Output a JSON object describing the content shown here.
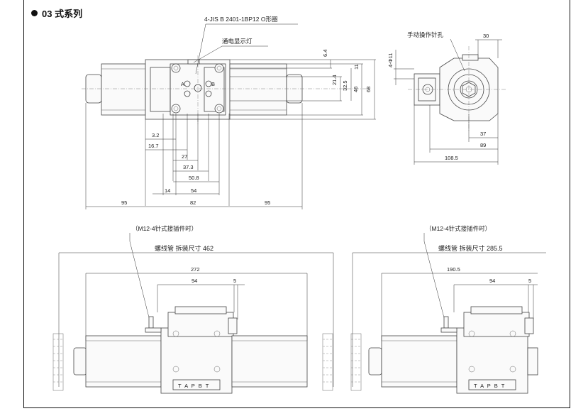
{
  "section": {
    "title": "03 式系列"
  },
  "labels": {
    "oring": "4-JIS B 2401-1BP12 O形圈",
    "indicator": "通电显示灯",
    "manual_hole": "手动操作针孔",
    "connector_left": "（M12-4针式接插件时）",
    "connector_right": "（M12-4针式接插件时）",
    "coil_remove_left": "螺线管  拆装尺寸  462",
    "coil_remove_right": "螺线管  拆装尺寸  285.5",
    "ports_left": "T A P B T",
    "ports_right": "T A P B T",
    "port_a": "A",
    "port_b": "B",
    "side_pin_diameter": "4-Φ11"
  },
  "dimensions": {
    "top_h": {
      "d32": "3.2",
      "d167": "16.7",
      "d27": "27",
      "d373": "37.3",
      "d508": "50.8",
      "d54": "54",
      "d14": "14",
      "d95a": "95",
      "d82": "82",
      "d95b": "95"
    },
    "top_v": {
      "d64": "6.4",
      "d214": "21.4",
      "d325": "32.5",
      "d46": "46",
      "d11": "11",
      "d68": "68"
    },
    "side": {
      "d30": "30",
      "d37": "37",
      "d89": "89",
      "d1085": "108.5"
    },
    "bottom_left": {
      "d272": "272",
      "d94": "94",
      "d5": "5"
    },
    "bottom_right": {
      "d1905": "190.5",
      "d94": "94",
      "d5": "5"
    }
  }
}
